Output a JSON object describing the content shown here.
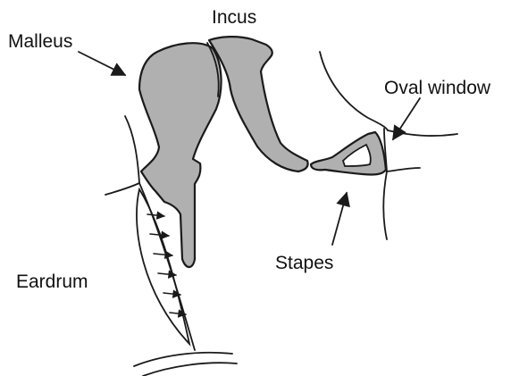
{
  "labels": {
    "incus": "Incus",
    "malleus": "Malleus",
    "oval_window": "Oval window",
    "stapes": "Stapes",
    "eardrum": "Eardrum"
  },
  "colors": {
    "bone_fill": "#b0b0b0",
    "outline": "#1a1a1a",
    "background": "#ffffff"
  }
}
